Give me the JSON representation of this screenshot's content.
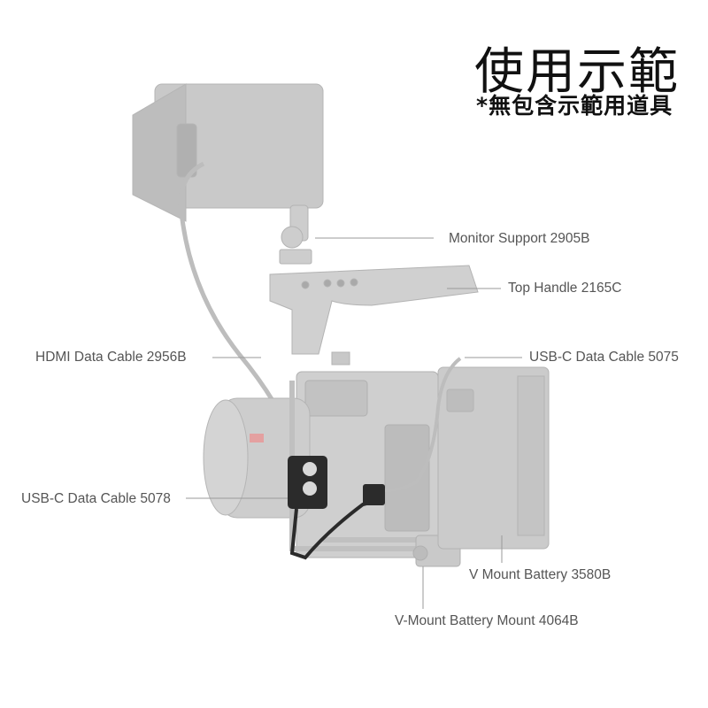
{
  "header": {
    "title": "使用示範",
    "subtitle": "*無包含示範用道具"
  },
  "callouts": {
    "monitor_support": "Monitor Support 2905B",
    "top_handle": "Top Handle 2165C",
    "hdmi_cable": "HDMI Data Cable 2956B",
    "usbc_cable_5075": "USB-C Data Cable 5075",
    "usbc_cable_5078": "USB-C Data Cable 5078",
    "v_mount_battery": "V Mount Battery 3580B",
    "battery_mount": "V-Mount Battery Mount 4064B"
  },
  "colors": {
    "ghost_gear": "#c8c8c8",
    "ghost_gear_dark": "#a9a9a9",
    "highlight_part": "#2b2b2b",
    "leader_line": "#9a9a9a",
    "label_text": "#555555"
  }
}
